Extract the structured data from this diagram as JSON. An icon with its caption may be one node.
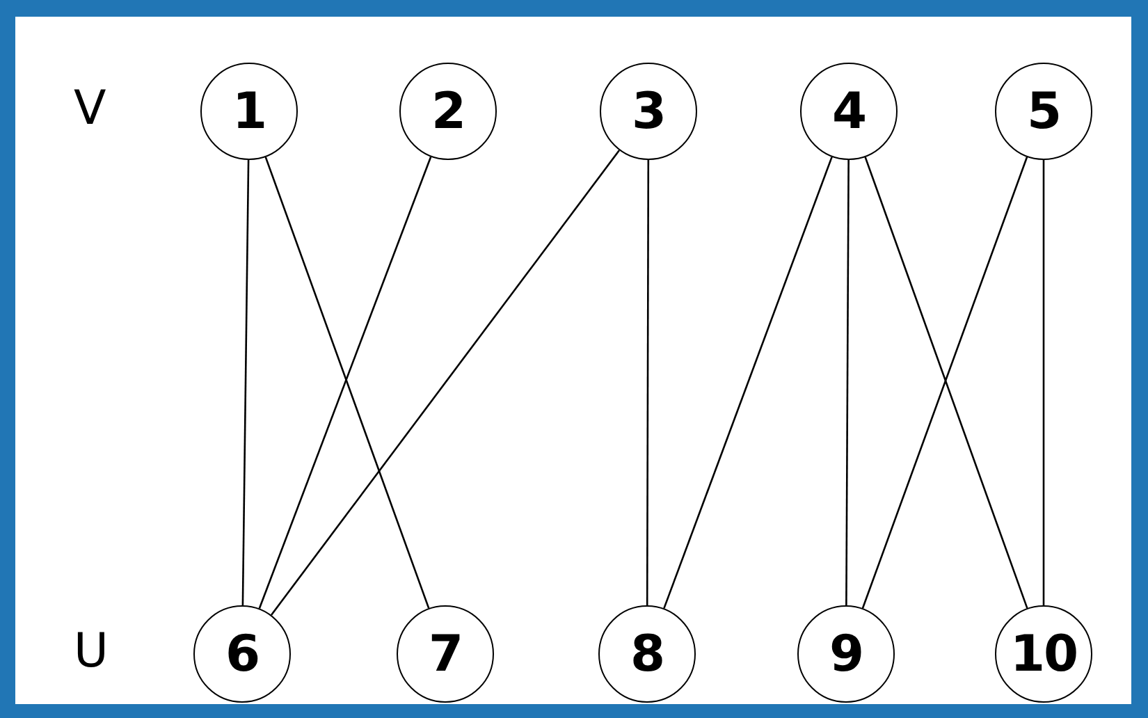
{
  "diagram": {
    "nodes": [
      {
        "text": [
          "1"
        ]
      },
      {
        "text": [
          "2"
        ]
      },
      {
        "text": [
          "3"
        ]
      },
      {
        "text": [
          "4"
        ]
      },
      {
        "text": [
          "5"
        ]
      },
      {
        "text": [
          "6"
        ]
      },
      {
        "text": [
          "7"
        ]
      },
      {
        "text": [
          "8"
        ]
      },
      {
        "text": [
          "9"
        ]
      },
      {
        "text": [
          "10"
        ]
      }
    ],
    "edges": [
      {
        "from": 0,
        "to": 5,
        "arrow": "none"
      },
      {
        "from": 0,
        "to": 6,
        "arrow": "none"
      },
      {
        "from": 1,
        "to": 5,
        "arrow": "none"
      },
      {
        "from": 2,
        "to": 5,
        "arrow": "none"
      },
      {
        "from": 2,
        "to": 7,
        "arrow": "none"
      },
      {
        "from": 3,
        "to": 7,
        "arrow": "none"
      },
      {
        "from": 3,
        "to": 8,
        "arrow": "none"
      },
      {
        "from": 3,
        "to": 9,
        "arrow": "none"
      },
      {
        "from": 4,
        "to": 8,
        "arrow": "none"
      },
      {
        "from": 4,
        "to": 9,
        "arrow": "none"
      }
    ],
    "labels": [
      "V",
      "U"
    ]
  }
}
